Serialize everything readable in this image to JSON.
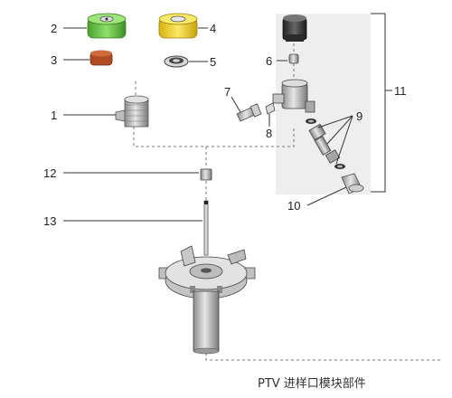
{
  "diagram": {
    "caption": "PTV 进样口模块部件",
    "callouts": {
      "c1": "1",
      "c2": "2",
      "c3": "3",
      "c4": "4",
      "c5": "5",
      "c6": "6",
      "c7": "7",
      "c8": "8",
      "c9": "9",
      "c10": "10",
      "c11": "11",
      "c12": "12",
      "c13": "13"
    },
    "colors": {
      "green_nut": "#6cc44a",
      "yellow_nut": "#f2d22e",
      "brown_septum": "#b04a22",
      "dark_cap": "#3a3a3a",
      "metal": "#b8b8b8",
      "panel": "#eeeeee"
    },
    "icons": [
      "green-septum-nut-icon",
      "yellow-septum-nut-icon",
      "septum-icon",
      "o-ring-icon",
      "weldment-nut-icon",
      "cap-icon",
      "ferrule-icon",
      "fitting-icon",
      "valve-body-icon",
      "seal-icon",
      "liner-icon",
      "column-icon",
      "inlet-body-icon"
    ]
  }
}
